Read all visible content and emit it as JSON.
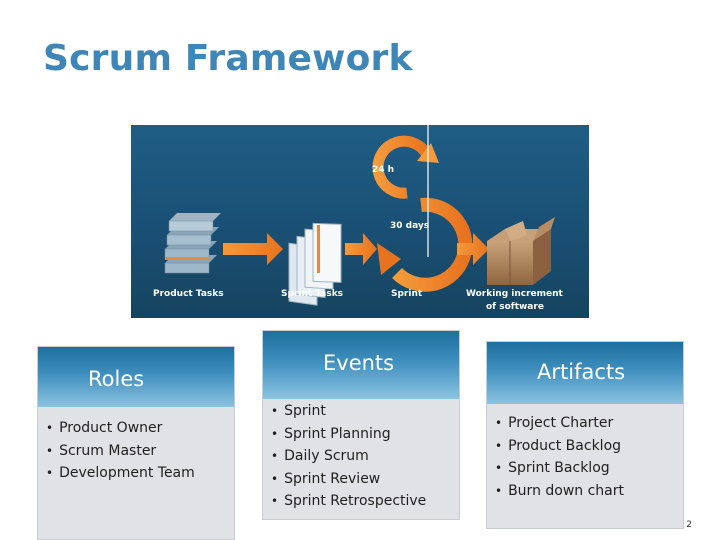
{
  "slide": {
    "title": "Scrum Framework",
    "page_number": "2"
  },
  "diagram": {
    "labels": {
      "product_tasks": "Product Tasks",
      "sprint_tasks": "Sprint Tasks",
      "sprint": "Sprint",
      "working_increment_line1": "Working increment",
      "working_increment_line2": "of software",
      "cycle_24h": "24 h",
      "cycle_30days": "30 days"
    },
    "colors": {
      "background": "#1a4f74",
      "arrow": "#e87722",
      "box": "#a57b52"
    }
  },
  "cards": {
    "roles": {
      "heading": "Roles",
      "items": [
        "Product Owner",
        "Scrum Master",
        "Development Team"
      ]
    },
    "events": {
      "heading": "Events",
      "items": [
        "Sprint",
        "Sprint Planning",
        "Daily Scrum",
        "Sprint Review",
        "Sprint Retrospective"
      ]
    },
    "artifacts": {
      "heading": "Artifacts",
      "items": [
        "Project Charter",
        "Product Backlog",
        "Sprint Backlog",
        "Burn down chart"
      ]
    }
  }
}
